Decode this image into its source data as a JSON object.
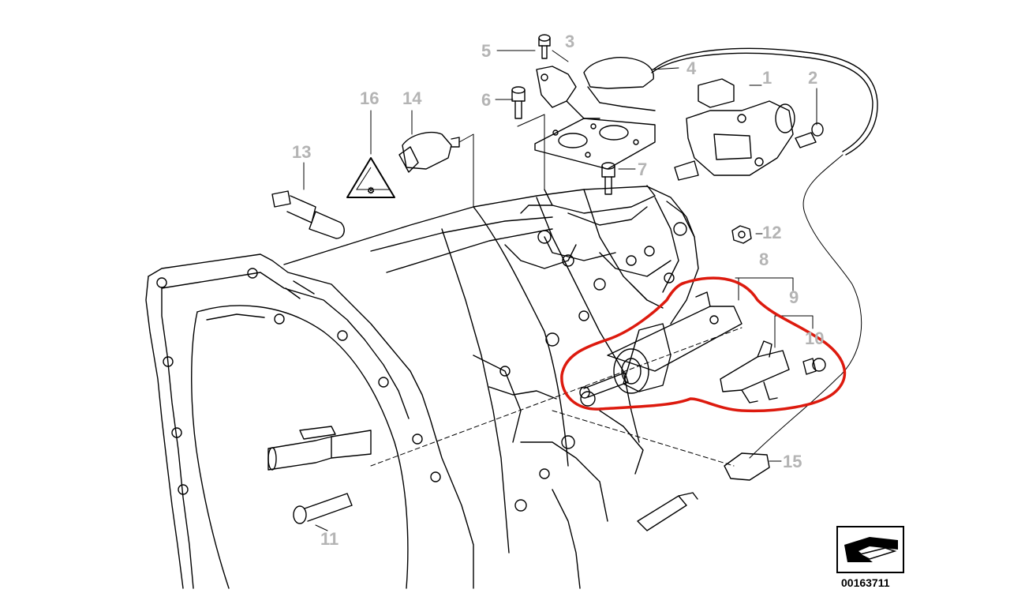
{
  "diagram": {
    "document_number": "00163711",
    "callouts": [
      "1",
      "2",
      "3",
      "4",
      "5",
      "6",
      "7",
      "8",
      "9",
      "10",
      "11",
      "12",
      "13",
      "14",
      "15",
      "16"
    ],
    "colors": {
      "line": "#000000",
      "callout_text": "#b4b4b4",
      "highlight": "#dd1a0e",
      "background": "#ffffff"
    },
    "icons": {
      "warning_triangle": "warning-triangle-icon",
      "navigation_arrow": "arrow-icon"
    }
  }
}
